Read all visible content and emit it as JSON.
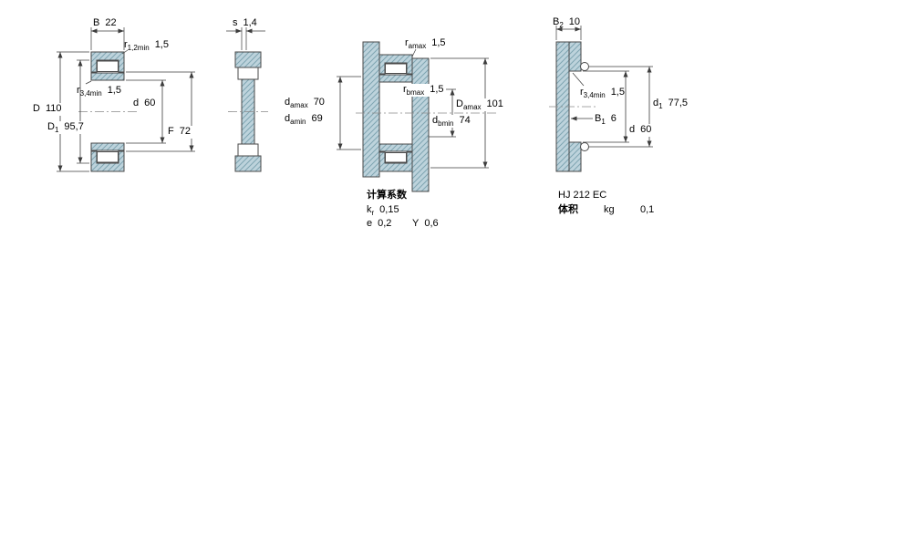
{
  "colors": {
    "section_fill": "#bdd3dc",
    "section_hatch": "#7fa5b2",
    "line": "#3c3c3c"
  },
  "drawing1": {
    "dims": {
      "B": {
        "sym": "B",
        "value": "22"
      },
      "r12": {
        "sym": "r",
        "sub": "1,2min",
        "value": "1,5"
      },
      "D": {
        "sym": "D",
        "value": "110"
      },
      "D1": {
        "sym": "D",
        "sub": "1",
        "value": "95,7"
      },
      "r34": {
        "sym": "r",
        "sub": "3,4min",
        "value": "1,5"
      },
      "d": {
        "sym": "d",
        "value": "60"
      },
      "F": {
        "sym": "F",
        "value": "72"
      }
    }
  },
  "drawing2": {
    "dims": {
      "s": {
        "sym": "s",
        "value": "1,4"
      }
    }
  },
  "drawing3": {
    "dims": {
      "ramax": {
        "sym": "r",
        "sub": "amax",
        "value": "1,5"
      },
      "rbmax": {
        "sym": "r",
        "sub": "bmax",
        "value": "1,5"
      },
      "damax": {
        "sym": "d",
        "sub": "amax",
        "value": "70"
      },
      "damin": {
        "sym": "d",
        "sub": "amin",
        "value": "69"
      },
      "dbmin": {
        "sym": "d",
        "sub": "bmin",
        "value": "74"
      },
      "Damax": {
        "sym": "D",
        "sub": "amax",
        "value": "101"
      }
    },
    "calculation_factors": {
      "title": "计算系数",
      "kr": {
        "sym": "k",
        "sub": "r",
        "value": "0,15"
      },
      "e": {
        "sym": "e",
        "value": "0,2"
      },
      "Y": {
        "sym": "Y",
        "value": "0,6"
      }
    }
  },
  "drawing4": {
    "designation": "HJ 212 EC",
    "dims": {
      "B2": {
        "sym": "B",
        "sub": "2",
        "value": "10"
      },
      "r34": {
        "sym": "r",
        "sub": "3,4min",
        "value": "1,5"
      },
      "d1": {
        "sym": "d",
        "sub": "1",
        "value": "77,5"
      },
      "B1": {
        "sym": "B",
        "sub": "1",
        "value": "6"
      },
      "d": {
        "sym": "d",
        "value": "60"
      }
    },
    "mass": {
      "label": "体积",
      "unit": "kg",
      "value": "0,1"
    }
  }
}
